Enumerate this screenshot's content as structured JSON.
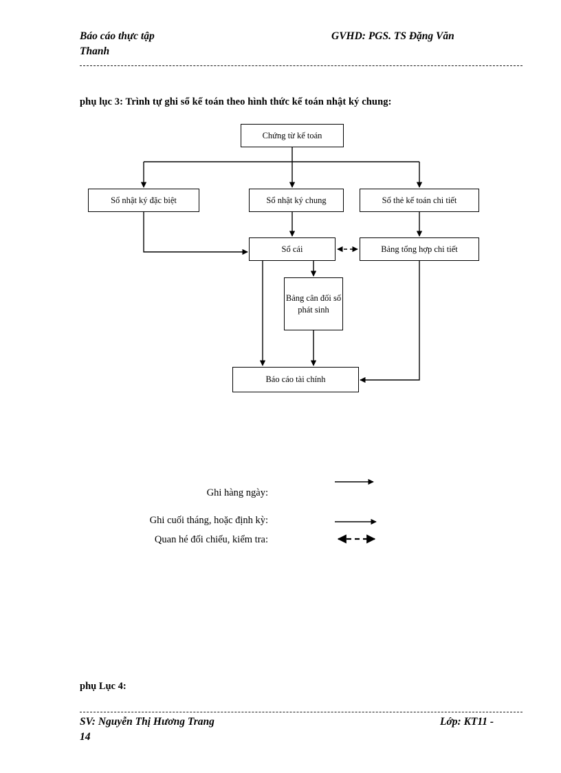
{
  "header": {
    "left_line1": "Báo cáo thực tập",
    "left_line2": "Thanh",
    "right_line1": "GVHD: PGS. TS Đặng Văn"
  },
  "section": {
    "title": "phụ lục 3: Trình tự ghi sổ kế toán theo hình thức kế toán nhật ký chung:"
  },
  "flowchart": {
    "nodes": [
      {
        "id": "chung-tu",
        "label": "Chứng từ kế toán"
      },
      {
        "id": "nk-dac-biet",
        "label": "Sổ nhật ký đặc biệt"
      },
      {
        "id": "nk-chung",
        "label": "Sổ nhật ký chung"
      },
      {
        "id": "so-the",
        "label": "Sổ thẻ kế toán chi tiết"
      },
      {
        "id": "so-cai",
        "label": "Sổ cái"
      },
      {
        "id": "bang-th",
        "label": "Bảng tổng hợp chi tiết"
      },
      {
        "id": "bang-cd",
        "label": "Bảng cân đối số phát sinh"
      },
      {
        "id": "bao-cao",
        "label": "Báo cáo tài chính"
      }
    ],
    "line_color": "#000000"
  },
  "legend": {
    "items": [
      {
        "label": "Ghi hàng ngày:",
        "arrow": "solid-arrow-right"
      },
      {
        "label": "Ghi cuối tháng, hoặc định kỳ:",
        "arrow": "solid-arrow-right"
      },
      {
        "label": "Quan hé đối chiếu, kiểm tra:",
        "arrow": "dashed-arrow-both"
      }
    ]
  },
  "footer": {
    "note": "phụ Lục 4:",
    "left_line1": "SV: Nguyễn Thị Hương Trang",
    "left_line2": "14",
    "right_line1": "Lớp: KT11 -"
  }
}
